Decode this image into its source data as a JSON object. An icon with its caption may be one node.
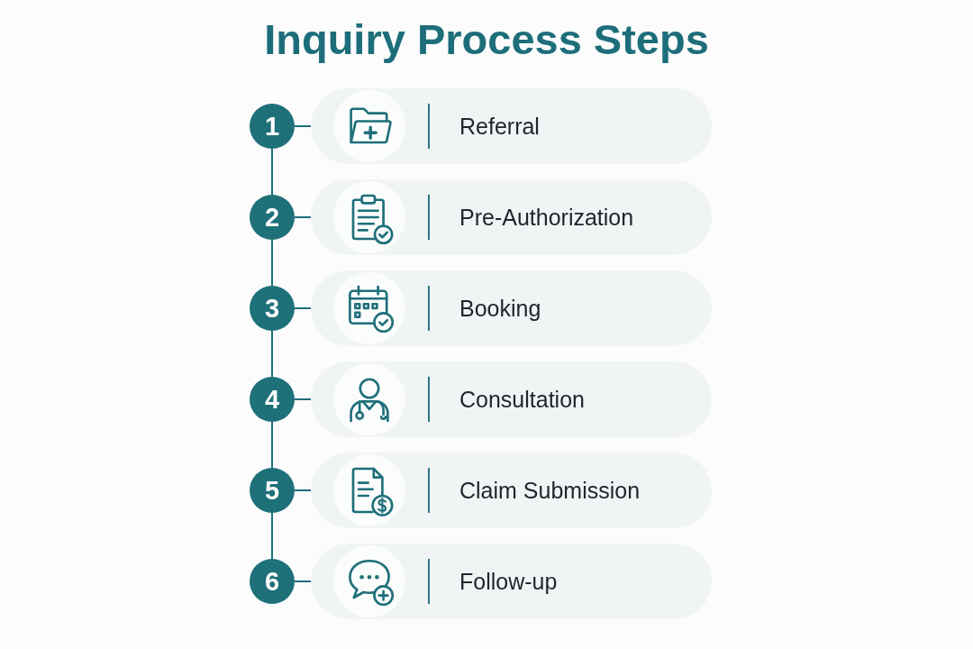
{
  "diagram": {
    "title": "Inquiry Process Steps",
    "nodes": [
      {
        "text": [
          "1"
        ]
      },
      {
        "text": [
          "Referral"
        ]
      },
      {
        "text": [
          "2"
        ]
      },
      {
        "text": [
          "Pre-Authorization"
        ]
      },
      {
        "text": [
          "3"
        ]
      },
      {
        "text": [
          "Booking"
        ]
      },
      {
        "text": [
          "4"
        ]
      },
      {
        "text": [
          "Consultation"
        ]
      },
      {
        "text": [
          "5"
        ]
      },
      {
        "text": [
          "Claim Submission"
        ]
      },
      {
        "text": [
          "6"
        ]
      },
      {
        "text": [
          "Follow-up"
        ]
      }
    ],
    "edges": [
      {
        "from": 0,
        "to": 1,
        "arrow": "none"
      },
      {
        "from": 0,
        "to": 2,
        "arrow": "none"
      },
      {
        "from": 2,
        "to": 3,
        "arrow": "none"
      },
      {
        "from": 2,
        "to": 4,
        "arrow": "none"
      },
      {
        "from": 4,
        "to": 5,
        "arrow": "none"
      },
      {
        "from": 4,
        "to": 6,
        "arrow": "none"
      },
      {
        "from": 6,
        "to": 7,
        "arrow": "none"
      },
      {
        "from": 6,
        "to": 8,
        "arrow": "none"
      },
      {
        "from": 8,
        "to": 9,
        "arrow": "none"
      },
      {
        "from": 8,
        "to": 10,
        "arrow": "none"
      },
      {
        "from": 10,
        "to": 11,
        "arrow": "none"
      }
    ]
  }
}
